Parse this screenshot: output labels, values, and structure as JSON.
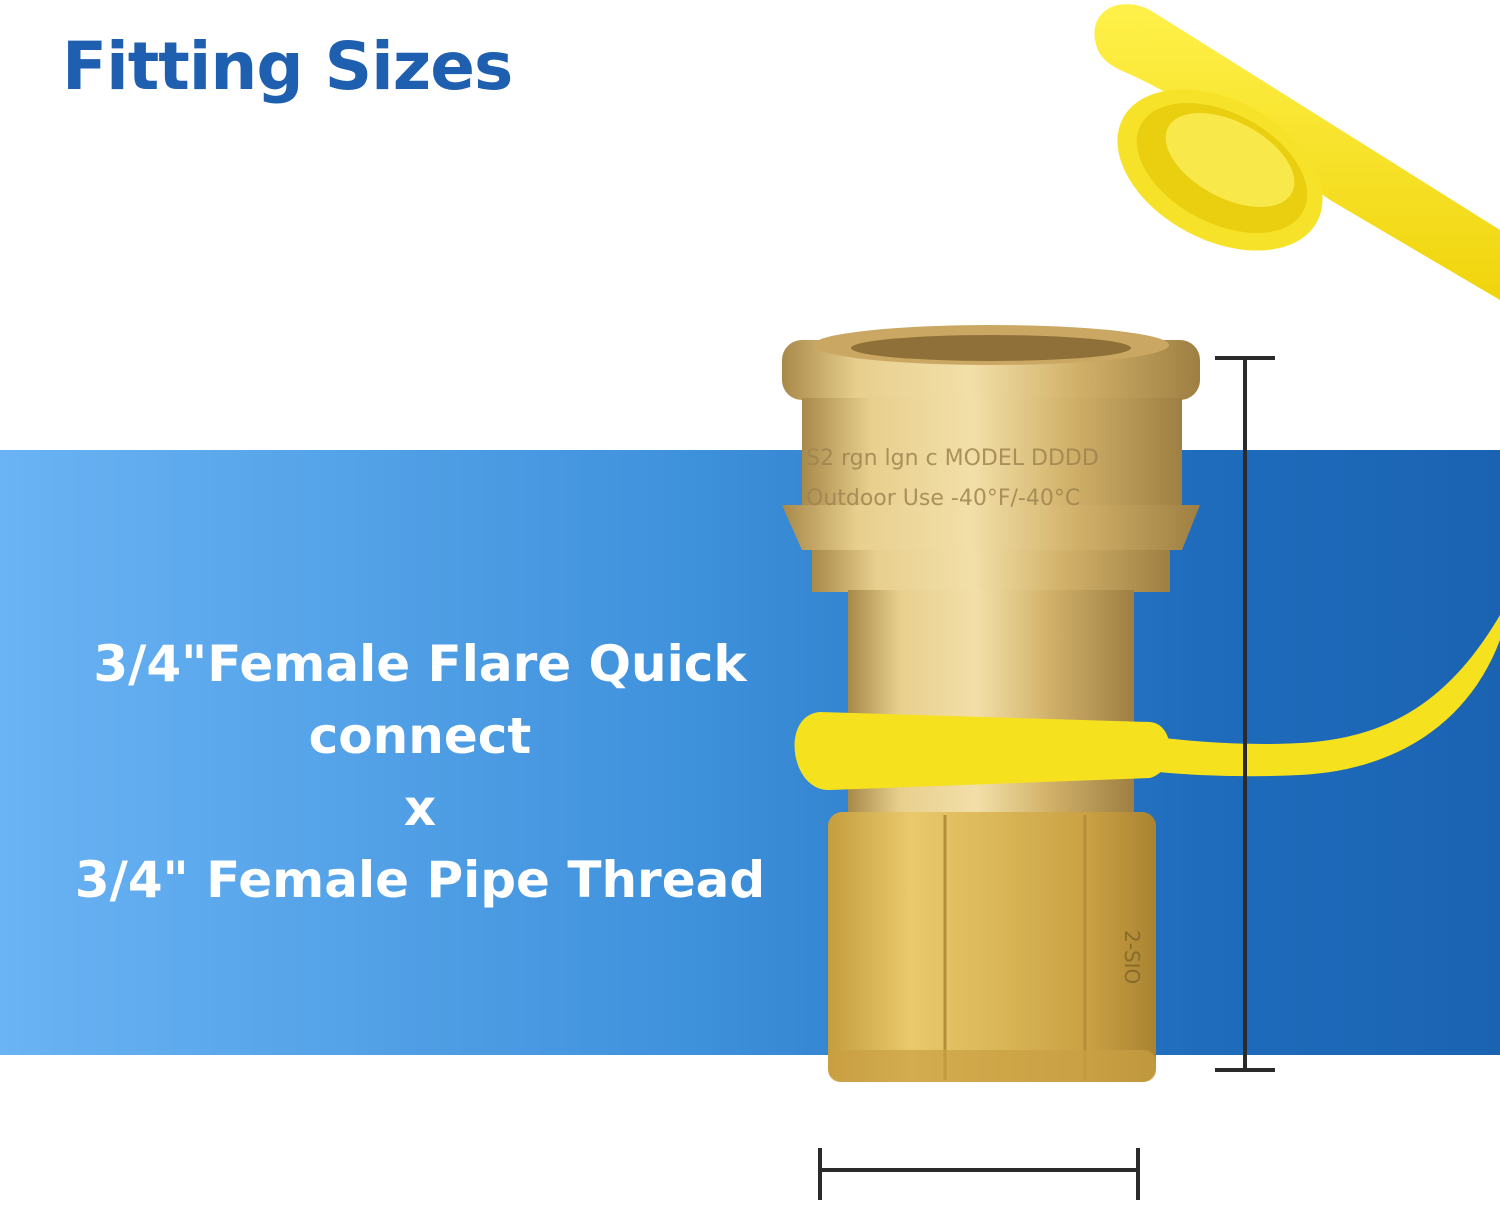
{
  "title": "Fitting Sizes",
  "caption": {
    "line1": "3/4\"Female Flare Quick",
    "line2": "connect",
    "line3": "x",
    "line4": "3/4\" Female Pipe Thread"
  },
  "engraving": {
    "row1": "S2  rgn  lgn   c   MODEL DDDD",
    "row2": "Outdoor Use -40°F/-40°C",
    "side": "2-SIO"
  },
  "colors": {
    "title": "#1f5fb0",
    "band_start": "#6ab3f4",
    "band_end": "#1a63b2",
    "brass": "#d4b36a",
    "cap": "#f6e11e"
  },
  "icons": [
    "height-dimension-line",
    "width-dimension-line"
  ]
}
